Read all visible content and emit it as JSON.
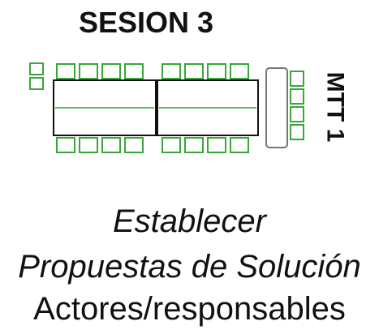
{
  "session": {
    "title": "SESION 3"
  },
  "table": {
    "label": "MTT 1",
    "chair_color": "#3aa63a",
    "table_color": "#111111",
    "center_line_color": "#3aa63a",
    "head_table_color": "#777777"
  },
  "caption": {
    "line1": "Establecer",
    "line2": "Propuestas de Solución",
    "line3": "Actores/responsables"
  }
}
